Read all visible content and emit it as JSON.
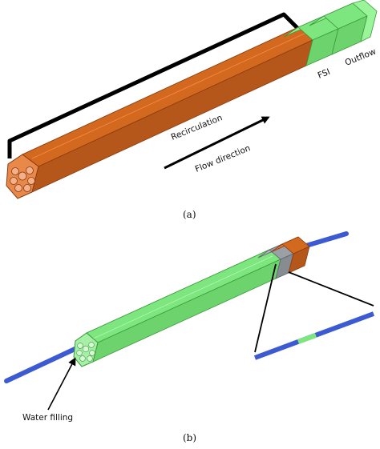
{
  "panel_a": {
    "label_recirculation": "Recirculation",
    "label_flow_direction": "Flow direction",
    "label_fsi": "FSI",
    "label_outflow": "Outflow",
    "caption": "(a)"
  },
  "panel_b": {
    "label_water_filling": "Water filling",
    "caption": "(b)"
  },
  "colors": {
    "recirculation_orange": "#d2691e",
    "fsi_green": "#7ee67e",
    "gray_section": "#9aa0a6",
    "blue_rod": "#3c5ad2",
    "bracket_black": "#000000"
  }
}
